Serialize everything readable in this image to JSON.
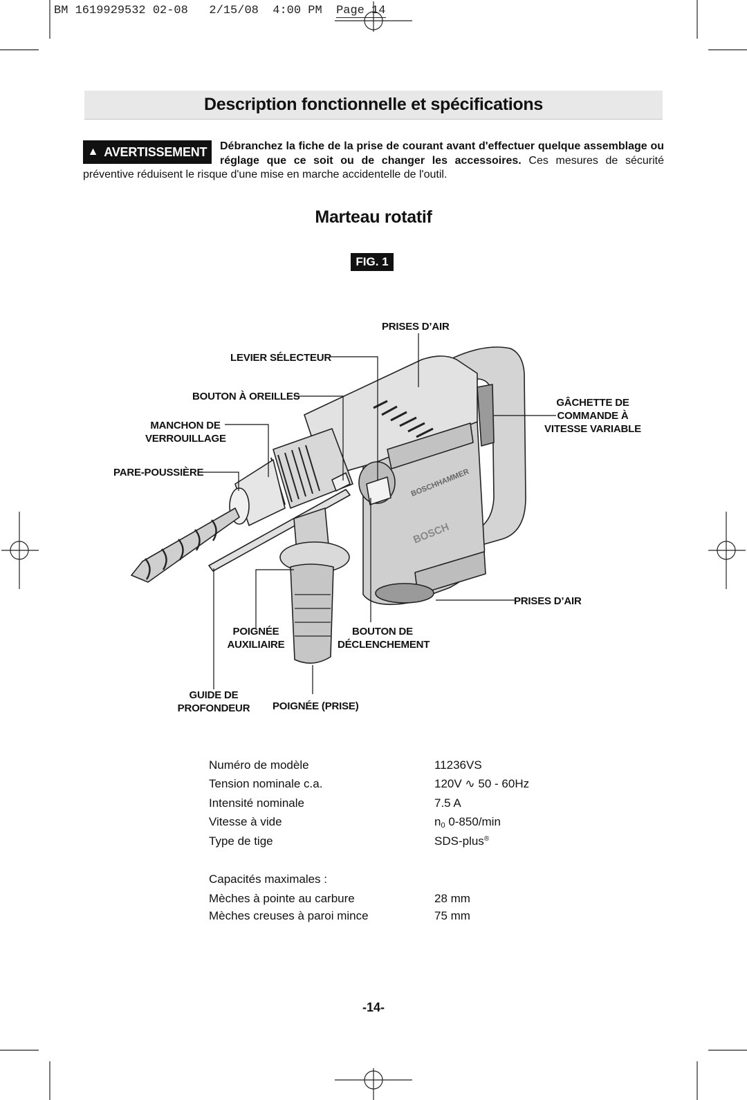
{
  "slug": {
    "prefix": "BM 1619929532 02-08   2/15/08  4:00 PM  ",
    "page": "Page 14"
  },
  "title": "Description fonctionnelle et spécifications",
  "warning": {
    "badge": "AVERTISSEMENT",
    "bold": "Débranchez la fiche de la prise de courant avant d'effectuer quelque assemblage ou réglage que ce soit ou de changer les accessoires.",
    "normal": " Ces mesures de sécurité",
    "line2": "préventive réduisent le risque d'une mise en marche accidentelle de l'outil."
  },
  "subtitle": "Marteau rotatif",
  "figure": {
    "badge": "FIG. 1",
    "brand1": "BOSCHHAMMER",
    "brand2": "BOSCH",
    "labels": {
      "air_intake_top": "PRISES D’AIR",
      "selector": "LEVIER SÉLECTEUR",
      "wing_button": "BOUTON À OREILLES",
      "locking_sleeve_1": "MANCHON DE",
      "locking_sleeve_2": "VERROUILLAGE",
      "dust_cover": "PARE-POUSSIÈRE",
      "trigger_1": "GÂCHETTE DE",
      "trigger_2": "COMMANDE À",
      "trigger_3": "VITESSE VARIABLE",
      "air_intake_bottom": "PRISES D’AIR",
      "aux_handle_1": "POIGNÉE",
      "aux_handle_2": "AUXILIAIRE",
      "release_1": "BOUTON DE",
      "release_2": "DÉCLENCHEMENT",
      "depth_1": "GUIDE DE",
      "depth_2": "PROFONDEUR",
      "grip": "POIGNÉE (PRISE)"
    }
  },
  "specs": [
    {
      "k": "Numéro de modèle",
      "v": "11236VS"
    },
    {
      "k": "Tension nominale c.a.",
      "v": "120V ∿ 50 - 60Hz"
    },
    {
      "k": "Intensité nominale",
      "v": "7.5 A"
    },
    {
      "k": "Vitesse à vide",
      "v_pre": "n",
      "v_sub": "0",
      "v_post": " 0-850/min"
    },
    {
      "k": "Type de tige",
      "v": "SDS-plus",
      "v_sup": "®"
    }
  ],
  "capacities": {
    "heading": "Capacités maximales :",
    "rows": [
      {
        "k": "Mèches à pointe au carbure",
        "v": "28 mm"
      },
      {
        "k": "Mèches creuses à paroi mince",
        "v": "75 mm"
      }
    ]
  },
  "page_number": "-14-"
}
